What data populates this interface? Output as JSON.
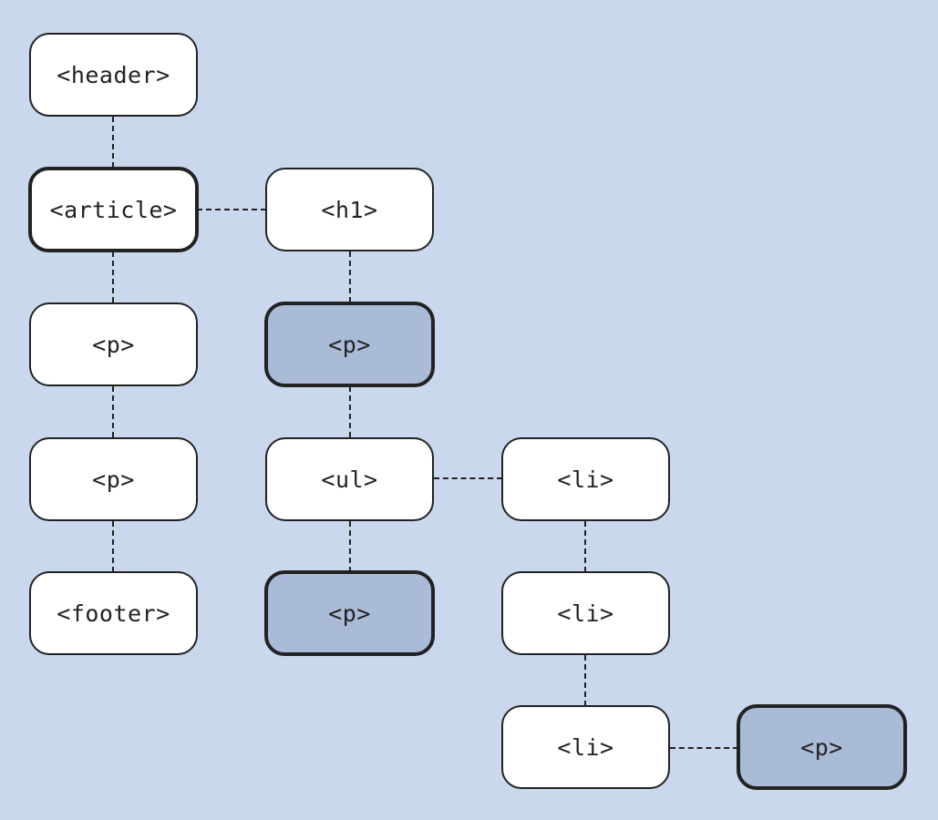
{
  "colors": {
    "background": "#cad8ee",
    "node_fill": "#ffffff",
    "highlight_fill": "#aabbd8",
    "stroke": "#222222"
  },
  "nodes": {
    "header": "<header>",
    "article": "<article>",
    "p1": "<p>",
    "p2": "<p>",
    "footer": "<footer>",
    "h1": "<h1>",
    "p3": "<p>",
    "ul": "<ul>",
    "p4": "<p>",
    "li1": "<li>",
    "li2": "<li>",
    "li3": "<li>",
    "p5": "<p>"
  }
}
